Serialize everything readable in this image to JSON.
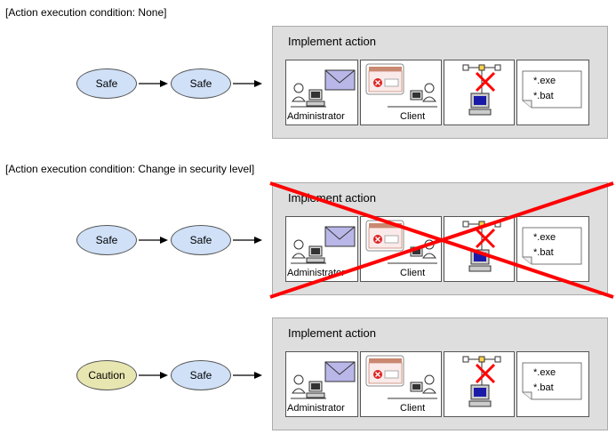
{
  "colors": {
    "safe_fill": "#cfe0f7",
    "caution_fill": "#e8e6b0",
    "panel_bg": "#dedede",
    "cross_red": "#ff0000"
  },
  "sections": [
    {
      "heading": "[Action execution condition: None]",
      "states": [
        {
          "label": "Safe",
          "kind": "safe"
        },
        {
          "label": "Safe",
          "kind": "safe"
        }
      ],
      "action_executed": true
    },
    {
      "heading": "[Action execution condition: Change in security level]",
      "states": [
        {
          "label": "Safe",
          "kind": "safe"
        },
        {
          "label": "Safe",
          "kind": "safe"
        }
      ],
      "action_executed": false
    },
    {
      "heading": "",
      "states": [
        {
          "label": "Caution",
          "kind": "caution"
        },
        {
          "label": "Safe",
          "kind": "safe"
        }
      ],
      "action_executed": true
    }
  ],
  "panel": {
    "title": "Implement action",
    "admin_label": "Administrator",
    "client_label": "Client",
    "file_types": [
      "*.exe",
      "*.bat"
    ]
  }
}
